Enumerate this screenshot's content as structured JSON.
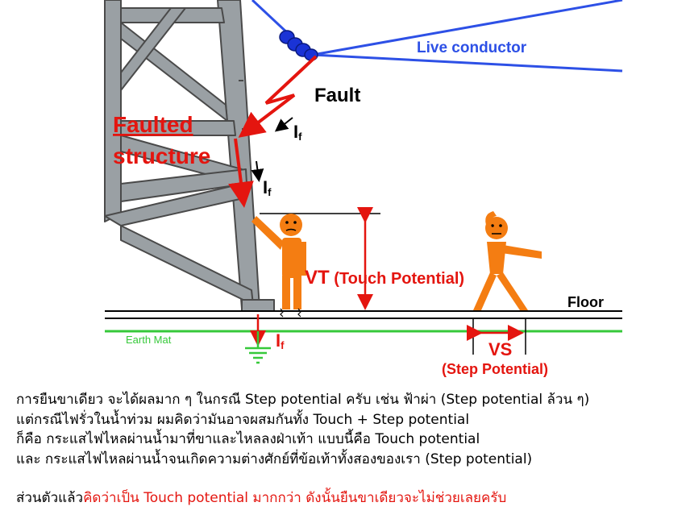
{
  "diagram": {
    "labels": {
      "live_conductor": "Live conductor",
      "fault": "Fault",
      "faulted_line1": "Faulted",
      "faulted_line2": "structure",
      "current_symbol": "I",
      "current_sub": "f",
      "vt": "VT",
      "touch_potential": "(Touch  Potential)",
      "floor": "Floor",
      "earth_mat": "Earth Mat",
      "vs": "VS",
      "step_potential": "(Step Potential)"
    },
    "colors": {
      "tower": "#9aa0a4",
      "conductor": "#2d50e6",
      "insulator": "#1a33d6",
      "fault_red": "#e4150f",
      "person": "#f47d12",
      "earth_mat": "#36c93a",
      "ground_symbol": "#36c93a"
    }
  },
  "caption": {
    "line1": "การยืนขาเดียว จะได้ผลมาก ๆ ในกรณี Step potential ครับ  เช่น  ฟ้าผ่า (Step potential ล้วน ๆ)",
    "line2": "แต่กรณีไฟรั่วในน้ำท่วม  ผมคิดว่ามันอาจผสมกันทั้ง Touch + Step potential",
    "line3": "ก็คือ กระแสไฟไหลผ่านน้ำมาที่ขาและไหลลงฝ่าเท้า  แบบนี้คือ Touch potential",
    "line4": "และ  กระแสไฟไหลผ่านน้ำจนเกิดความต่างศักย์ที่ข้อเท้าทั้งสองของเรา (Step potential)",
    "line5_black": "ส่วนตัวแล้ว",
    "line5_red": "คิดว่าเป็น Touch potential มากกว่า  ดังนั้นยืนขาเดียวจะไม่ช่วยเลยครับ"
  }
}
